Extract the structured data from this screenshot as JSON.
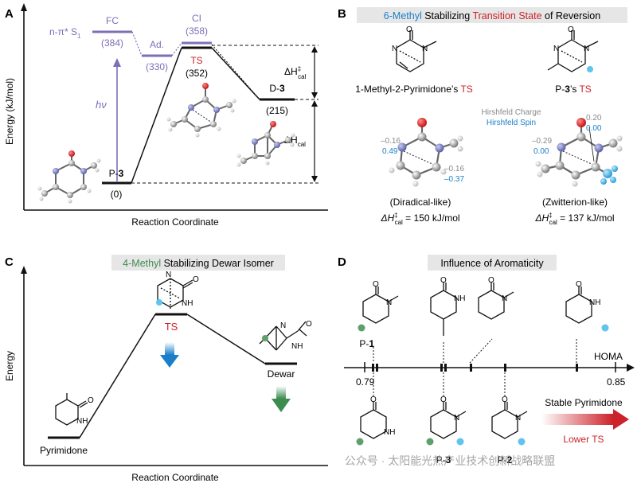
{
  "panels": {
    "a": {
      "label": "A",
      "y_axis": "Energy (kJ/mol)",
      "x_axis": "Reaction Coordinate",
      "s1_label": "n-π* S",
      "s1_sub": "1",
      "fc_label": "FC",
      "fc_value": "(384)",
      "ad_label": "Ad.",
      "ad_value": "(330)",
      "ci_label": "CI",
      "ci_value": "(358)",
      "ts_label": "TS",
      "ts_value": "(352)",
      "d3_prefix": "D-",
      "d3_num": "3",
      "d3_value": "(215)",
      "p3_prefix": "P-",
      "p3_num": "3",
      "p3_value": "(0)",
      "hv": "hν",
      "dh_ts_main": "ΔH",
      "dh_ts_sup": "‡",
      "dh_ts_sub": "cal",
      "dh_main": "ΔH",
      "dh_sub": "cal"
    },
    "b": {
      "label": "B",
      "title_part1": "6-Methyl",
      "title_part2": " Stabilizing ",
      "title_part3": "Transition State",
      "title_part4": " of Reversion",
      "left_caption_1": "1-Methyl-2-Pyrimidone’s ",
      "left_caption_ts": "TS",
      "right_caption_1": "P-",
      "right_caption_num": "3",
      "right_caption_2": "’s ",
      "right_caption_ts": "TS",
      "hirsh_charge": "Hirshfeld Charge",
      "hirsh_spin": "Hirshfeld Spin",
      "left_vals": {
        "c1": "–0.16",
        "s1": "0.49",
        "c2": "–0.16",
        "s2": "–0.37"
      },
      "right_vals": {
        "c1": "0.20",
        "s1": "0.00",
        "c2": "–0.29",
        "s2": "0.00"
      },
      "left_type": "(Diradical-like)",
      "right_type": "(Zwitterion-like)",
      "left_dh_main": "ΔH",
      "left_dh_sup": "‡",
      "left_dh_sub": "cal",
      "left_dh_val": " = 150 kJ/mol",
      "right_dh_main": "ΔH",
      "right_dh_sup": "‡",
      "right_dh_sub": "cal",
      "right_dh_val": " = 137 kJ/mol"
    },
    "c": {
      "label": "C",
      "title_part1": "4-Methyl",
      "title_part2": " Stabilizing Dewar Isomer",
      "ts_label": "TS",
      "dewar_label": "Dewar",
      "pyrimidone_label": "Pyrimidone",
      "y_axis": "Energy",
      "x_axis": "Reaction Coordinate",
      "atoms": {
        "o": "O",
        "nh": "NH",
        "n": "N"
      }
    },
    "d": {
      "label": "D",
      "title": "Influence of Aromaticity",
      "axis_left": "0.79",
      "axis_right": "0.85",
      "axis_name": "HOMA",
      "p1_prefix": "P-",
      "p1_num": "1",
      "p3_prefix": "P-",
      "p3_num": "3",
      "p2_prefix": "P-",
      "p2_num": "2",
      "stable": "Stable Pyrimidone",
      "lower_ts": "Lower TS",
      "atoms": {
        "o": "O",
        "n": "N",
        "nh": "NH"
      }
    }
  },
  "watermark": "公众号 · 太阳能光热产业技术创新战略联盟",
  "colors": {
    "purple": "#7e6db7",
    "red": "#cc2229",
    "blue": "#1a7fc9",
    "green": "#3d8c4f",
    "gray_bar": "#e6e6e6",
    "cyan_atom": "#5fc4ee",
    "green_atom": "#5e9f6a"
  }
}
